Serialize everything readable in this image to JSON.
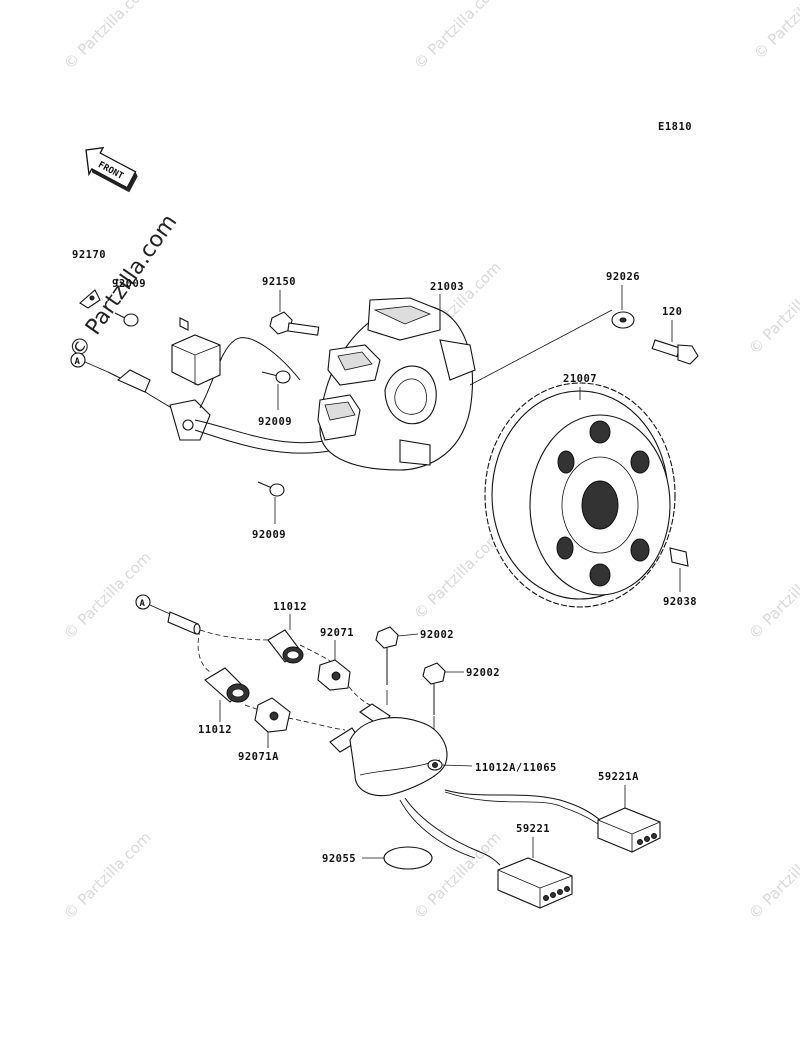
{
  "diagram": {
    "code": "E1810",
    "front_label": "FRONT",
    "connector_tag": "A"
  },
  "watermark": {
    "text": "© Partzilla.com",
    "big_text": "© Partzilla.com"
  },
  "labels": {
    "p92170": "92170",
    "p92009_top": "92009",
    "p92150": "92150",
    "p21003": "21003",
    "p92026": "92026",
    "p120": "120",
    "p21007": "21007",
    "p92009_mid": "92009",
    "p92009_bot": "92009",
    "p92038": "92038",
    "p11012_a": "11012",
    "p92071": "92071",
    "p92002_a": "92002",
    "p92002_b": "92002",
    "p11012_b": "11012",
    "p92071A": "92071A",
    "p11012A": "11012A/11065",
    "p59221A": "59221A",
    "p59221": "59221",
    "p92055": "92055"
  }
}
